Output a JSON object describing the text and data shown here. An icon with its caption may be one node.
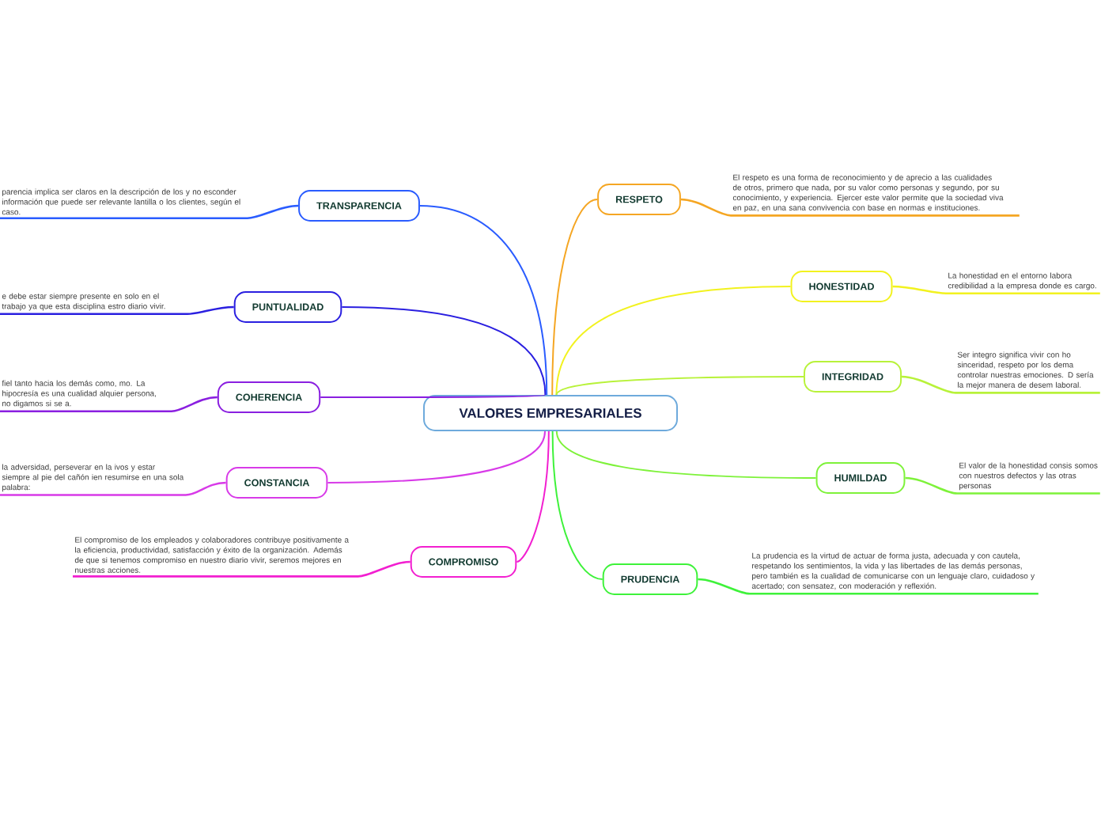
{
  "diagram": {
    "nodes": [
      {
        "text": [
          "VALORES EMPRESARIALES"
        ]
      },
      {
        "text": [
          "RESPETO"
        ]
      },
      {
        "text": [
          "El respeto es una forma de reconocimiento y de aprecio a las cualidades de otros, primero que nada, por su valor como personas y segundo, por su conocimiento, y experiencia. Ejercer este valor permite que la sociedad viva en paz, en una sana convivencia con base en normas e instituciones."
        ]
      },
      {
        "text": [
          "HONESTIDAD"
        ]
      },
      {
        "text": [
          "La honestidad en el entorno labora credibilidad a la empresa donde es cargo."
        ]
      },
      {
        "text": [
          "INTEGRIDAD"
        ]
      },
      {
        "text": [
          "Ser integro significa vivir con ho sinceridad, respeto por los dema controlar nuestras emociones. D sería la mejor manera de desem laboral."
        ]
      },
      {
        "text": [
          "HUMILDAD"
        ]
      },
      {
        "text": [
          "El valor de la honestidad consis somos con nuestros defectos y las otras personas"
        ]
      },
      {
        "text": [
          "PRUDENCIA"
        ]
      },
      {
        "text": [
          "La prudencia es la virtud de actuar de forma justa, adecuada y con cautela, respetando los sentimientos, la vida y las libertades de las demás personas, pero también es la cualidad de comunicarse con un lenguaje claro, cuidadoso y acertado; con sensatez, con moderación y reflexión."
        ]
      },
      {
        "text": [
          "TRANSPARENCIA"
        ]
      },
      {
        "text": [
          "parencia implica ser claros en la descripción de los y no esconder información que puede ser relevante lantilla o los clientes, según el caso."
        ]
      },
      {
        "text": [
          "PUNTUALIDAD"
        ]
      },
      {
        "text": [
          "e debe estar siempre presente en solo en el trabajo ya que esta disciplina estro diario vivir."
        ]
      },
      {
        "text": [
          "COHERENCIA"
        ]
      },
      {
        "text": [
          "fiel tanto hacia los demás como, mo. La hipocresía es una cualidad alquier persona, no digamos si se a."
        ]
      },
      {
        "text": [
          "CONSTANCIA"
        ]
      },
      {
        "text": [
          "la adversidad, perseverar en la ivos y estar siempre al pie del cañón ien resumirse en una sola palabra:"
        ]
      },
      {
        "text": [
          "COMPROMISO"
        ]
      },
      {
        "text": [
          "El compromiso de los empleados y colaboradores contribuye positivamente a la eficiencia, productividad, satisfacción y éxito de la organización. Además de que si tenemos compromiso en nuestro diario vivir, seremos mejores en nuestras acciones."
        ]
      }
    ],
    "edges": [
      {
        "from": 0,
        "to": 1,
        "arrow": "none",
        "color": "#f5a623"
      },
      {
        "from": 1,
        "to": 2,
        "arrow": "none",
        "color": "#f5a623"
      },
      {
        "from": 0,
        "to": 3,
        "arrow": "none",
        "color": "#f2f21f"
      },
      {
        "from": 3,
        "to": 4,
        "arrow": "none",
        "color": "#f2f21f"
      },
      {
        "from": 0,
        "to": 5,
        "arrow": "none",
        "color": "#b8f23a"
      },
      {
        "from": 5,
        "to": 6,
        "arrow": "none",
        "color": "#b8f23a"
      },
      {
        "from": 0,
        "to": 7,
        "arrow": "none",
        "color": "#7ef23a"
      },
      {
        "from": 7,
        "to": 8,
        "arrow": "none",
        "color": "#7ef23a"
      },
      {
        "from": 0,
        "to": 9,
        "arrow": "none",
        "color": "#3ef23a"
      },
      {
        "from": 9,
        "to": 10,
        "arrow": "none",
        "color": "#3ef23a"
      },
      {
        "from": 0,
        "to": 11,
        "arrow": "none",
        "color": "#2a5cff"
      },
      {
        "from": 11,
        "to": 12,
        "arrow": "none",
        "color": "#2a5cff"
      },
      {
        "from": 0,
        "to": 13,
        "arrow": "none",
        "color": "#2a1fe0"
      },
      {
        "from": 13,
        "to": 14,
        "arrow": "none",
        "color": "#2a1fe0"
      },
      {
        "from": 0,
        "to": 15,
        "arrow": "none",
        "color": "#8a1fe0"
      },
      {
        "from": 15,
        "to": 16,
        "arrow": "none",
        "color": "#8a1fe0"
      },
      {
        "from": 0,
        "to": 17,
        "arrow": "none",
        "color": "#d83ae8"
      },
      {
        "from": 17,
        "to": 18,
        "arrow": "none",
        "color": "#d83ae8"
      },
      {
        "from": 0,
        "to": 19,
        "arrow": "none",
        "color": "#f21fd0"
      },
      {
        "from": 19,
        "to": 20,
        "arrow": "none",
        "color": "#f21fd0"
      }
    ]
  }
}
